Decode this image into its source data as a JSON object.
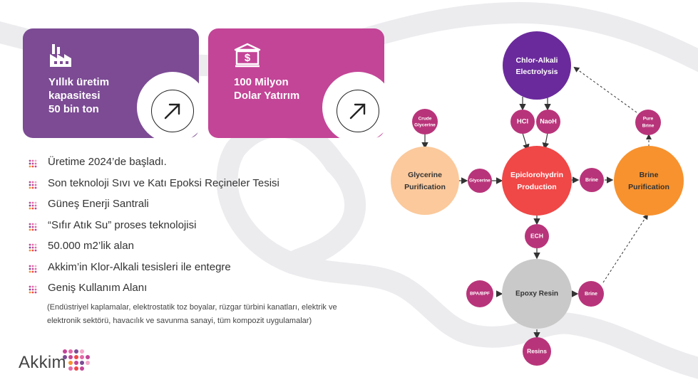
{
  "cards": {
    "capacity": {
      "text": "Yıllık üretim\nkapasitesi\n50 bin ton",
      "color": "#7c4b94",
      "icon": "factory-icon"
    },
    "investment": {
      "text": "100 Milyon\nDolar Yatırım",
      "color": "#c34597",
      "icon": "bank-dollar-icon"
    }
  },
  "bullets": [
    "Üretime 2024’de başladı.",
    "Son teknoloji Sıvı ve Katı Epoksi Reçineler Tesisi",
    "Güneş Enerji Santrali",
    "“Sıfır Atık Su” proses teknolojisi",
    "50.000 m2’lik alan",
    "Akkim’in Klor-Alkali tesisleri ile entegre",
    "Geniş Kullanım Alanı"
  ],
  "bullet_note": "(Endüstriyel kaplamalar, elektrostatik toz boyalar, rüzgar türbini kanatları, elektrik ve elektronik sektörü, havacılık ve savunma sanayi, tüm kompozit uygulamalar)",
  "logo": {
    "text": "Akkim"
  },
  "diagram": {
    "nodes": {
      "chlor_alkali": {
        "label1": "Chlor-Alkali",
        "label2": "Electrolysis",
        "color": "#6a2a9c",
        "text_color": "#ffffff"
      },
      "hcl": {
        "label": "HCl",
        "color": "#b8347a"
      },
      "naoh": {
        "label": "NaoH",
        "color": "#b8347a"
      },
      "crude_glycerine": {
        "label1": "Crude",
        "label2": "Glycerine",
        "color": "#b8347a"
      },
      "glycerine_purification": {
        "label1": "Glycerine",
        "label2": "Purification",
        "color": "#fbc99c",
        "text_color": "#333333"
      },
      "glycerine": {
        "label": "Glycerine",
        "color": "#b8347a"
      },
      "epiclorohydrin": {
        "label1": "Epiclorohydrin",
        "label2": "Production",
        "color": "#f04747",
        "text_color": "#ffffff"
      },
      "brine_mid": {
        "label": "Brine",
        "color": "#b8347a"
      },
      "brine_purification": {
        "label1": "Brine",
        "label2": "Purification",
        "color": "#f7922e",
        "text_color": "#333333"
      },
      "pure_brine": {
        "label1": "Pure",
        "label2": "Brine",
        "color": "#b8347a"
      },
      "ech": {
        "label": "ECH",
        "color": "#b8347a"
      },
      "bpa_bpf": {
        "label": "BPA/BPF",
        "color": "#b8347a"
      },
      "epoxy_resin": {
        "label": "Epoxy Resin",
        "color": "#c9c9c9",
        "text_color": "#333333"
      },
      "brine_low": {
        "label": "Brine",
        "color": "#b8347a"
      },
      "resins": {
        "label": "Resins",
        "color": "#b8347a"
      }
    }
  }
}
